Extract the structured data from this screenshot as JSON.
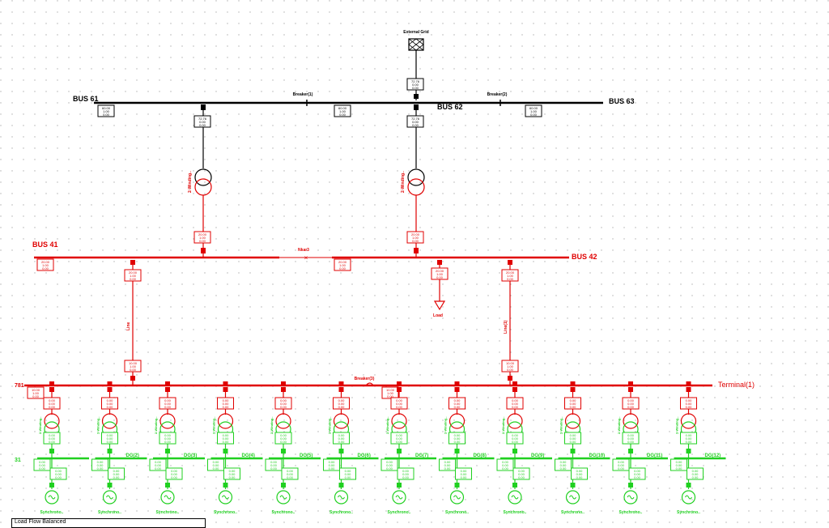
{
  "grid_label": "External Grid",
  "hv": {
    "buses": [
      "BUS 61",
      "BUS 62",
      "BUS 63"
    ],
    "breakers": [
      "Breaker(1)",
      "Breaker(2)"
    ],
    "box_text": [
      "60.00",
      "1.00",
      "0.00"
    ],
    "trafo_box_text": [
      "72.76",
      "0.00",
      "0.00"
    ]
  },
  "mv": {
    "buses": [
      "BUS 41",
      "BUS 42"
    ],
    "coupler": "Nkar3",
    "trafo_labels": [
      "2-Winding..",
      "2-Winding.."
    ],
    "box_text": [
      "20.00",
      "1.00",
      "0.00"
    ],
    "lines": [
      "Line",
      "Line(1)"
    ],
    "load": "Load"
  },
  "lv": {
    "bus_left": "781",
    "bus_right": "Terminal(1)",
    "breaker": "Breaker(3)",
    "bus_box_text": [
      "10.00",
      "1.00",
      "0.00"
    ],
    "green_bus_left": "31",
    "units": [
      {
        "dg": "",
        "trafo": "2-Winding..",
        "gen": "Synchrono.."
      },
      {
        "dg": "DG(2)",
        "trafo": "2-Winding..",
        "gen": "Synchrono.."
      },
      {
        "dg": "DG(3)",
        "trafo": "2-Winding..",
        "gen": "Synchrono.."
      },
      {
        "dg": "DG(4)",
        "trafo": "2-Winding..",
        "gen": "Synchrono.."
      },
      {
        "dg": "DG(5)",
        "trafo": "2-Winding..",
        "gen": "Synchrono.."
      },
      {
        "dg": "DG(6)",
        "trafo": "2-Winding..",
        "gen": "Synchrono.."
      },
      {
        "dg": "DG(7)",
        "trafo": "2-Winding..",
        "gen": "Synchrono.."
      },
      {
        "dg": "DG(8)",
        "trafo": "2-Winding..",
        "gen": "Synchrono.."
      },
      {
        "dg": "DG(9)",
        "trafo": "2-Winding..",
        "gen": "Synchrono.."
      },
      {
        "dg": "DG(10)",
        "trafo": "2-Winding..",
        "gen": "Synchrono.."
      },
      {
        "dg": "DG(11)",
        "trafo": "2-Winding..",
        "gen": "Synchrono.."
      },
      {
        "dg": "DG(12)",
        "trafo": "2-Winding..",
        "gen": "Synchrono.."
      }
    ],
    "unit_box_text": [
      "0.00",
      "0.00",
      "0.00"
    ]
  },
  "status": "Load Flow Balanced",
  "colors": {
    "hv": "#000000",
    "mv": "#e00000",
    "lv": "#20d020",
    "grid_dot": "#b0b0b0"
  }
}
